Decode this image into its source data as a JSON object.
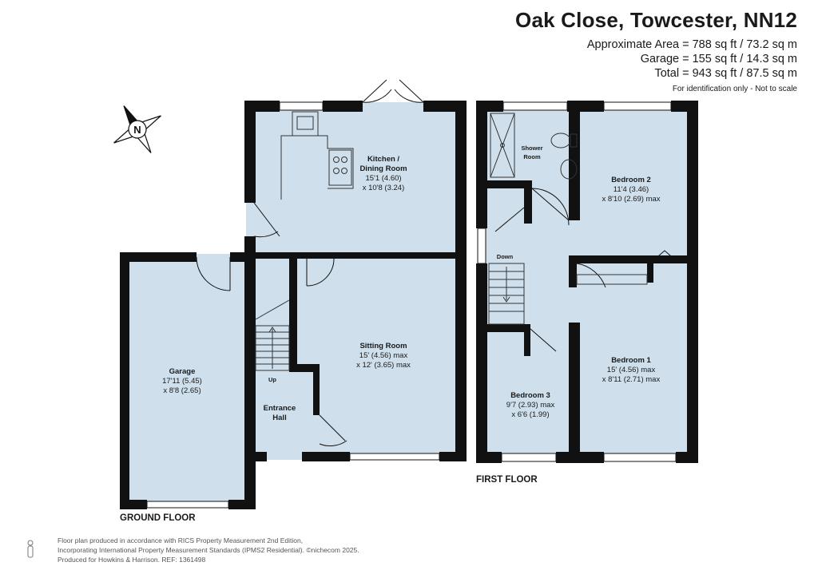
{
  "header": {
    "title": "Oak Close, Towcester, NN12",
    "area_line": "Approximate Area = 788 sq ft / 73.2 sq m",
    "garage_line": "Garage = 155 sq ft / 14.3 sq m",
    "total_line": "Total = 943 sq ft / 87.5 sq m",
    "note": "For identification only - Not to scale"
  },
  "compass": {
    "label": "N"
  },
  "floors": {
    "ground": "GROUND FLOOR",
    "first": "FIRST FLOOR"
  },
  "rooms": {
    "kitchen": {
      "name1": "Kitchen /",
      "name2": "Dining Room",
      "dim1": "15'1 (4.60)",
      "dim2": "x 10'8 (3.24)"
    },
    "sitting": {
      "name": "Sitting Room",
      "dim1": "15' (4.56) max",
      "dim2": "x 12' (3.65) max"
    },
    "garage": {
      "name": "Garage",
      "dim1": "17'11 (5.45)",
      "dim2": "x 8'8 (2.65)"
    },
    "hall": {
      "name1": "Entrance",
      "name2": "Hall"
    },
    "shower": {
      "name1": "Shower",
      "name2": "Room"
    },
    "bedroom2": {
      "name": "Bedroom 2",
      "dim1": "11'4 (3.46)",
      "dim2": "x 8'10 (2.69) max"
    },
    "bedroom1": {
      "name": "Bedroom 1",
      "dim1": "15' (4.56) max",
      "dim2": "x 8'11 (2.71) max"
    },
    "bedroom3": {
      "name": "Bedroom 3",
      "dim1": "9'7 (2.93) max",
      "dim2": "x 6'6 (1.99)"
    }
  },
  "stairs": {
    "up": "Up",
    "down": "Down"
  },
  "footer": {
    "line1": "Floor plan produced in accordance with RICS Property Measurement 2nd Edition,",
    "line2": "Incorporating International Property Measurement Standards (IPMS2 Residential).  ©nichecom 2025.",
    "line3": "Produced for Howkins & Harrison.   REF: 1361498"
  },
  "colors": {
    "wall": "#111111",
    "floor": "#cfe0ec",
    "ink": "#1a1a1a"
  }
}
